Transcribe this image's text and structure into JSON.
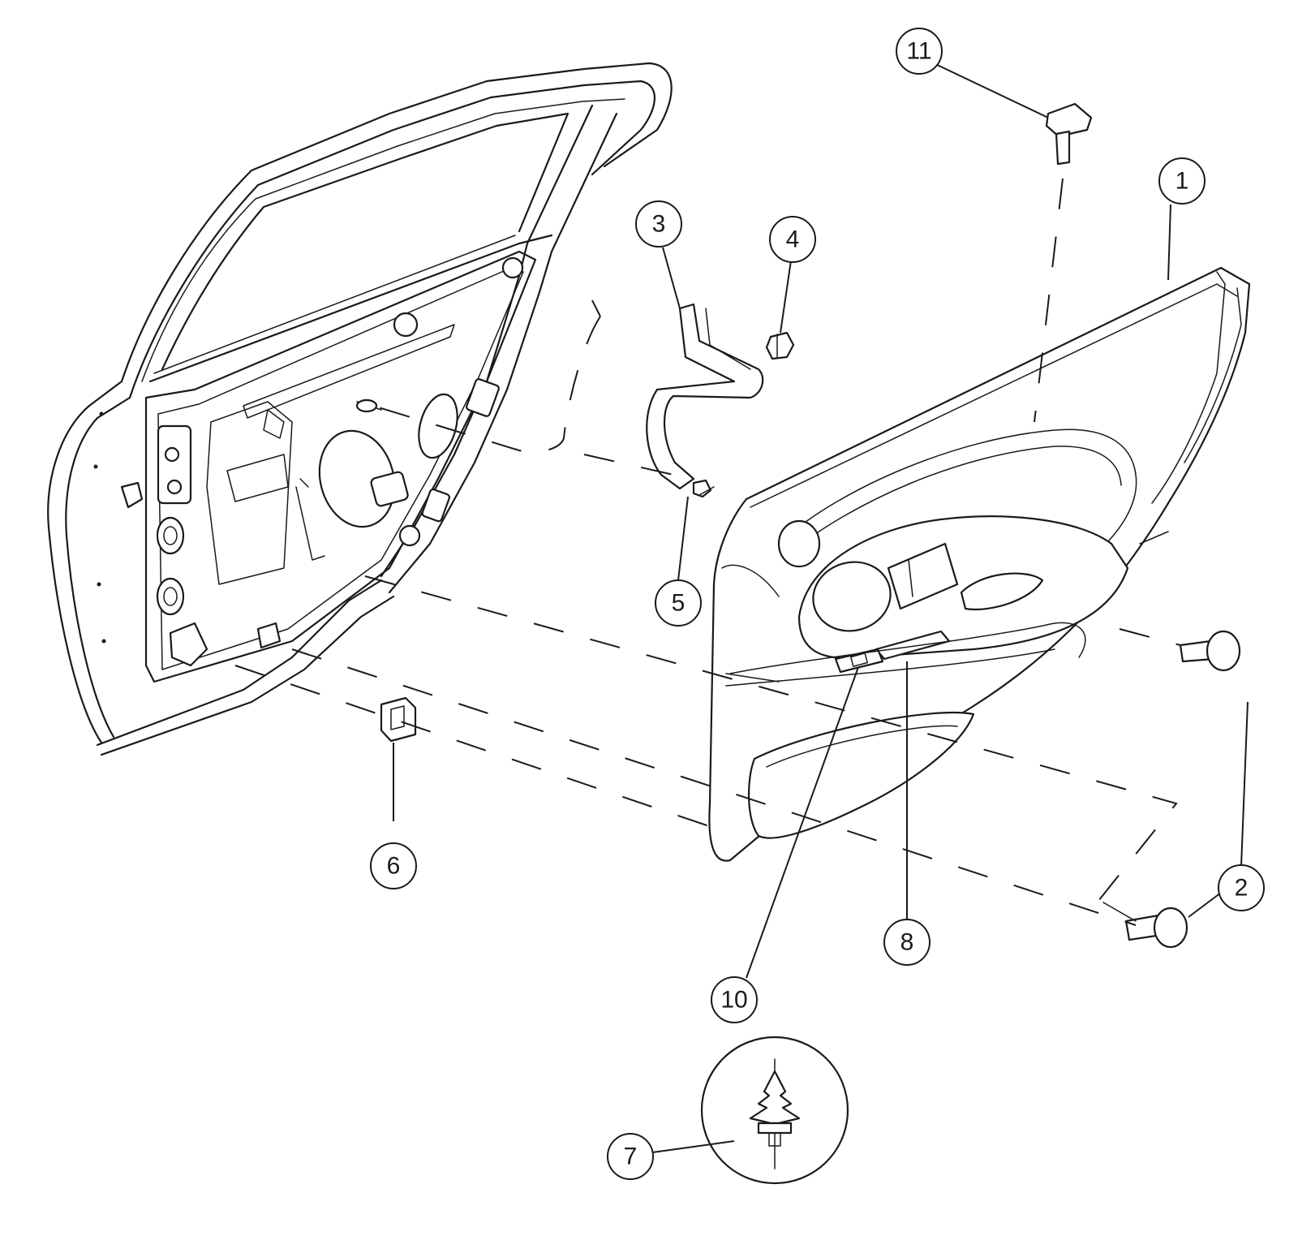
{
  "diagram": {
    "type": "exploded-parts-view",
    "callouts": [
      {
        "id": "callout-1",
        "label": "1"
      },
      {
        "id": "callout-2",
        "label": "2"
      },
      {
        "id": "callout-3",
        "label": "3"
      },
      {
        "id": "callout-4",
        "label": "4"
      },
      {
        "id": "callout-5",
        "label": "5"
      },
      {
        "id": "callout-6",
        "label": "6"
      },
      {
        "id": "callout-7",
        "label": "7"
      },
      {
        "id": "callout-8",
        "label": "8"
      },
      {
        "id": "callout-10",
        "label": "10"
      },
      {
        "id": "callout-11",
        "label": "11"
      }
    ]
  }
}
